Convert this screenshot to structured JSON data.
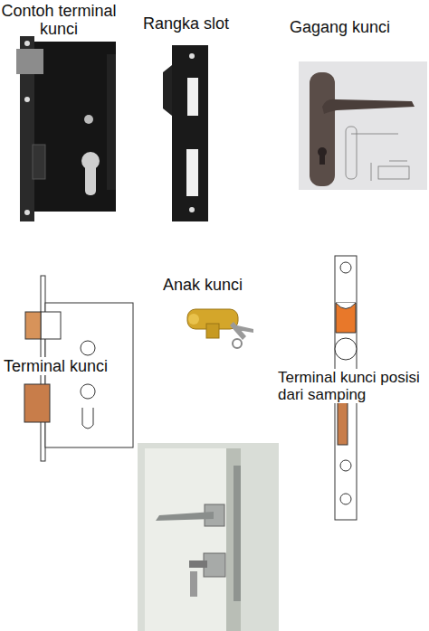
{
  "diagram": {
    "labels": [
      "Contoh terminal kunci",
      "Rangka slot",
      "Gagang kunci",
      "Anak kunci",
      "Terminal kunci",
      "Terminal kunci posisi dari samping"
    ]
  }
}
